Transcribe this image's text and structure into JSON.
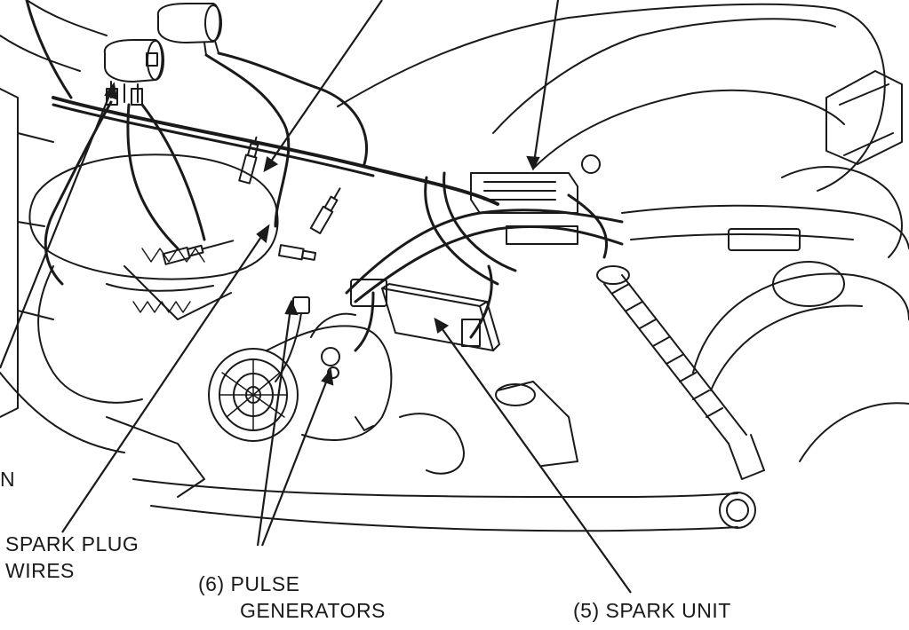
{
  "labels": {
    "cut_off_n": "N",
    "spark_plug_line1": "SPARK PLUG",
    "spark_plug_line2": "WIRES",
    "pulse_line1": "(6) PULSE",
    "pulse_line2": "GENERATORS",
    "spark_unit": "(5) SPARK UNIT"
  },
  "colors": {
    "ink": "#1a1a1a",
    "paper": "#ffffff"
  }
}
